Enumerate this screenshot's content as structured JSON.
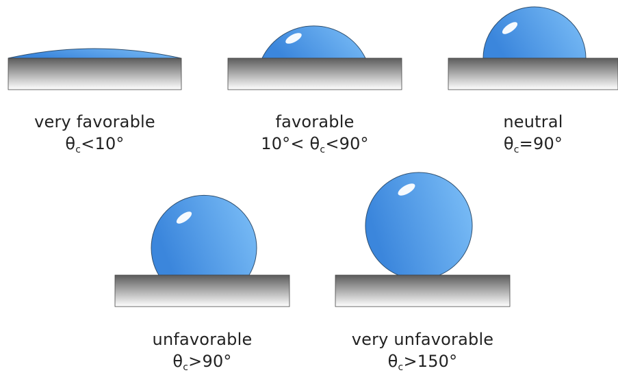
{
  "colors": {
    "drop_light": "#7ec0f8",
    "drop_dark": "#3b86dc",
    "drop_outline": "#2f4f6f",
    "surface_top": "#5c5c5c",
    "surface_bottom": "#ffffff"
  },
  "panels": [
    {
      "id": "very-favorable",
      "label": "very favorable",
      "symbol": "θ",
      "subscript": "c",
      "condition": "<10°"
    },
    {
      "id": "favorable",
      "label": "favorable",
      "prefix": "10°< ",
      "symbol": "θ",
      "subscript": "c",
      "condition": "<90°"
    },
    {
      "id": "neutral",
      "label": "neutral",
      "symbol": "θ",
      "subscript": "c",
      "condition": "=90°"
    },
    {
      "id": "unfavorable",
      "label": "unfavorable",
      "symbol": "θ",
      "subscript": "c",
      "condition": ">90°"
    },
    {
      "id": "very-unfavorable",
      "label": "very unfavorable",
      "symbol": "θ",
      "subscript": "c",
      "condition": ">150°"
    }
  ]
}
